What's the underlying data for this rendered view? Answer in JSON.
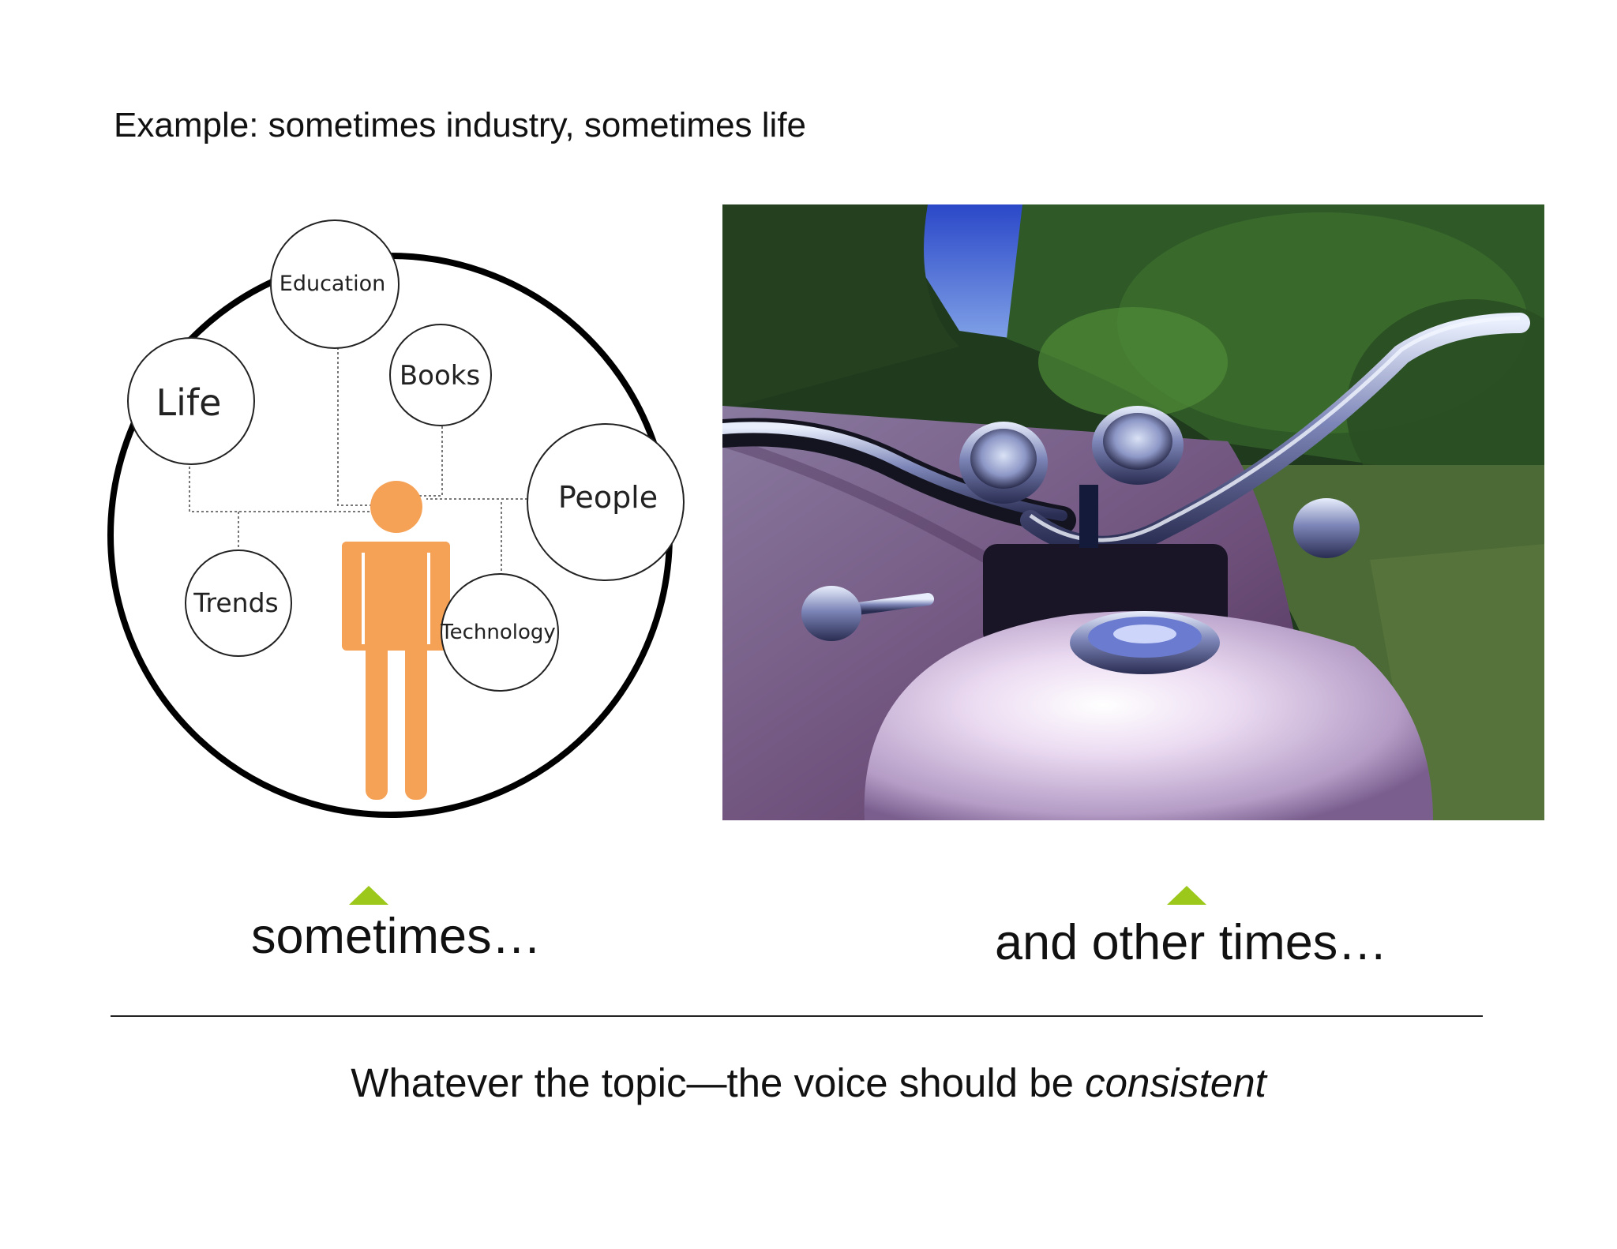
{
  "slide": {
    "heading": "Example: sometimes industry, sometimes life",
    "caption_left": "sometimes…",
    "caption_right": "and other times…",
    "footer_main": "Whatever the topic—the voice should be ",
    "footer_emphasis": "consistent"
  },
  "diagram": {
    "bubbles": {
      "education": "Education",
      "life": "Life",
      "books": "Books",
      "people": "People",
      "trends": "Trends",
      "technology": "Technology"
    },
    "colors": {
      "person": "#f5a257",
      "ring": "#000000",
      "triangle": "#9bc81a"
    }
  },
  "photo": {
    "icon": "motorcycle-handlebar-photo"
  }
}
